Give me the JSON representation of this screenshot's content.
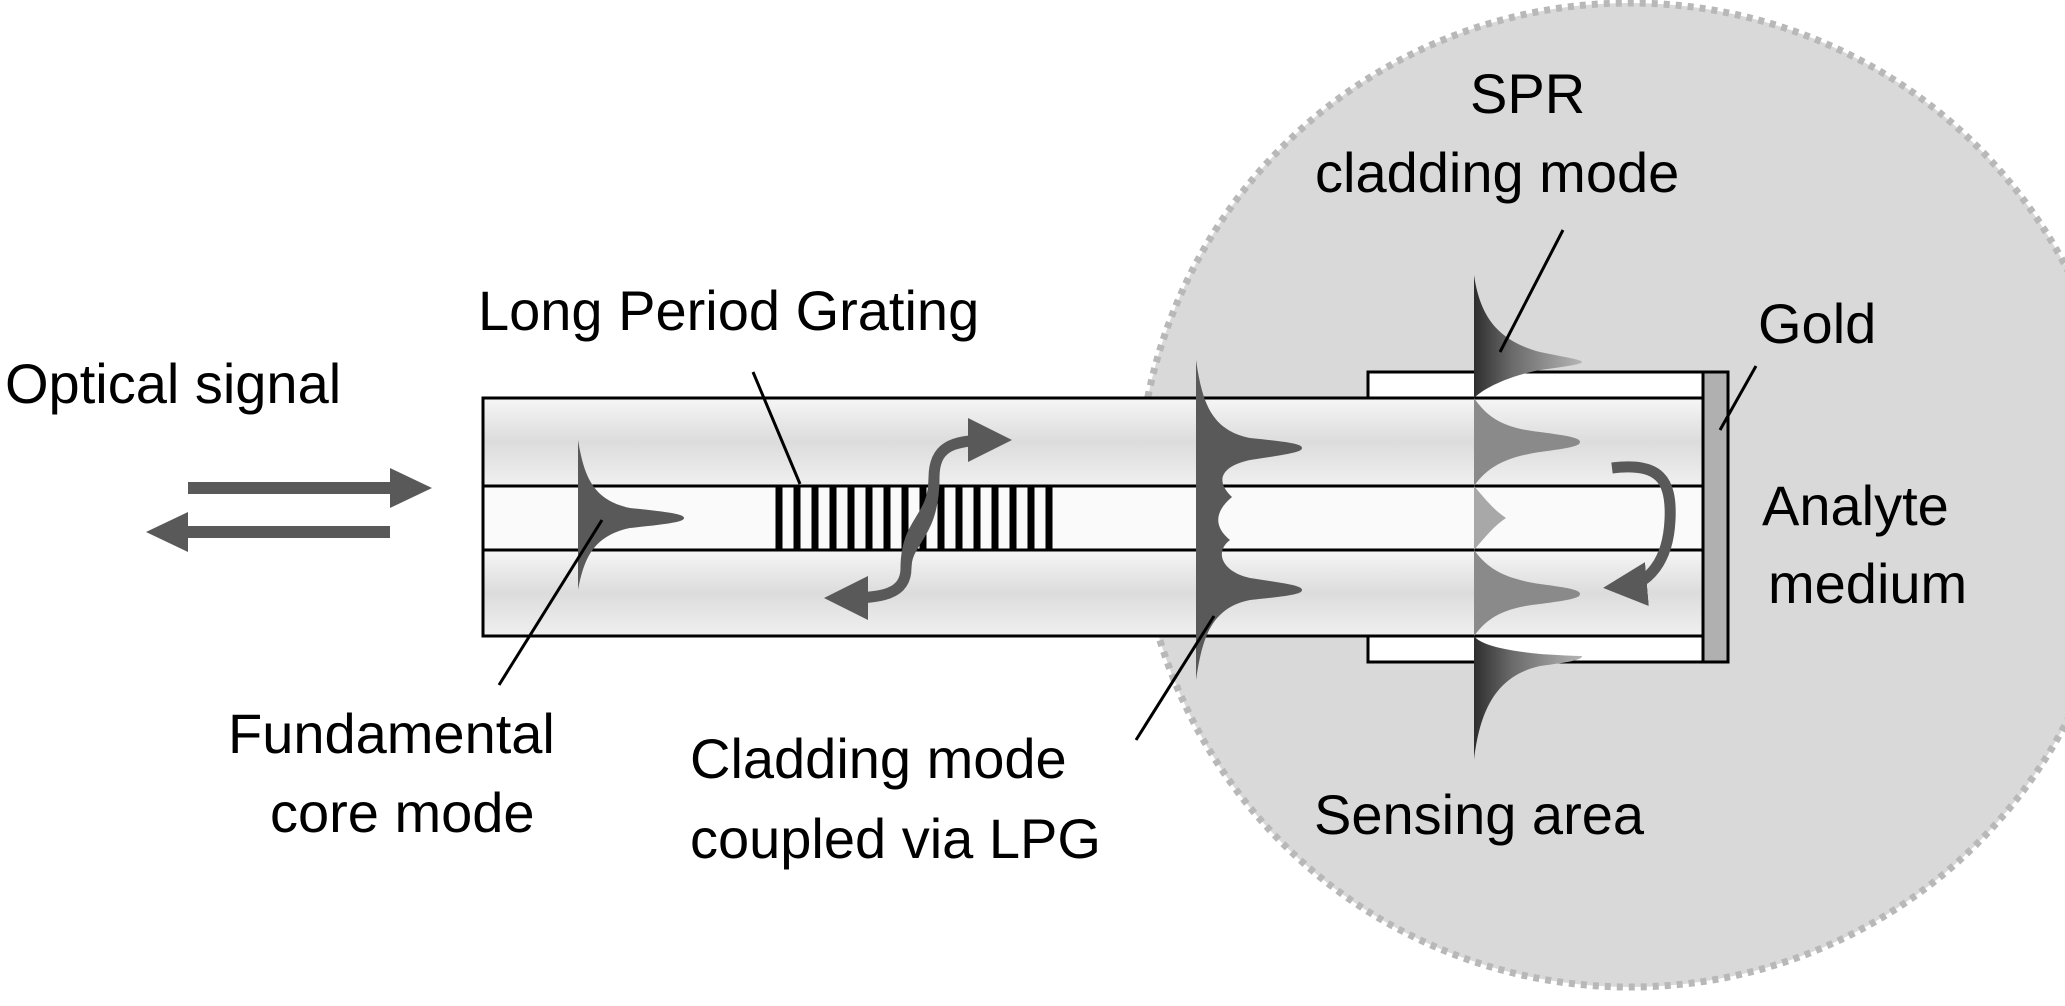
{
  "labels": {
    "optical_signal": "Optical signal",
    "long_period_grating": "Long Period Grating",
    "fundamental_core_mode_line1": "Fundamental",
    "fundamental_core_mode_line2": "core mode",
    "cladding_mode_line1": "Cladding mode",
    "cladding_mode_line2": "coupled via LPG",
    "spr_mode_line1": "SPR",
    "spr_mode_line2": "cladding mode",
    "gold": "Gold",
    "analyte_line1": "Analyte",
    "analyte_line2": "medium",
    "sensing_area": "Sensing area"
  },
  "colors": {
    "background": "#ffffff",
    "sensing_region": "#d9d9d9",
    "sensing_region_border": "#b8b8b8",
    "fiber_cladding": "#e6e6e6",
    "fiber_core": "#fafafa",
    "gold_coating": "#b0b0b0",
    "mode_profile": "#595959",
    "outline": "#000000"
  }
}
